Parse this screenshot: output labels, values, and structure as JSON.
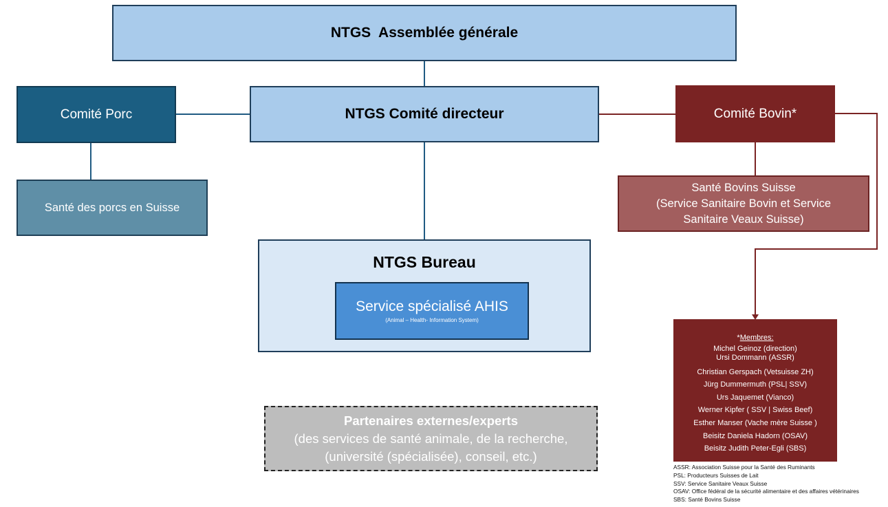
{
  "assembly": {
    "label": "NTGS  Assemblée générale"
  },
  "comite_porc": {
    "label": "Comité Porc"
  },
  "comite_directeur": {
    "label": "NTGS Comité directeur"
  },
  "comite_bovin": {
    "label": "Comité Bovin*"
  },
  "sante_porcs": {
    "label": "Santé des porcs en Suisse"
  },
  "sante_bovins": {
    "lines": [
      "Santé Bovins Suisse",
      "(Service Sanitaire Bovin et Service",
      "Sanitaire Veaux Suisse)"
    ]
  },
  "bureau": {
    "title": "NTGS Bureau",
    "ahis_title": "Service spécialisé AHIS",
    "ahis_subtitle": "(Animal – Health- Information System)"
  },
  "partenaires": {
    "title": "Partenaires externes/experts",
    "line2": "(des services de santé animale, de la recherche,",
    "line3": "(université (spécialisée), conseil, etc.)"
  },
  "membres": {
    "prefix": "*",
    "heading": "Membres:",
    "items": [
      "Michel Geinoz (direction)",
      "Ursi Dommann (ASSR)",
      "Christian Gerspach (Vetsuisse ZH)",
      "Jürg Dummermuth  (PSL| SSV)",
      "Urs Jaquemet (Vianco)",
      "Werner Kipfer ( SSV | Swiss Beef)",
      "Esther Manser (Vache mère Suisse )",
      "Beisitz Daniela Hadorn (OSAV)",
      "Beisitz Judith Peter-Egli (SBS)"
    ]
  },
  "abbreviations": [
    "ASSR: Association Suisse pour la Santé des Ruminants",
    "PSL: Producteurs Suisses de Lait",
    "SSV: Service Sanitaire Veaux Suisse",
    "OSAV: Office fédéral de la sécurité alimentaire et des affaires vétérinaires",
    "SBS: Santé Bovins Suisse"
  ],
  "colors": {
    "blue_connector": "#1f5a82",
    "red_connector": "#7a2323"
  }
}
